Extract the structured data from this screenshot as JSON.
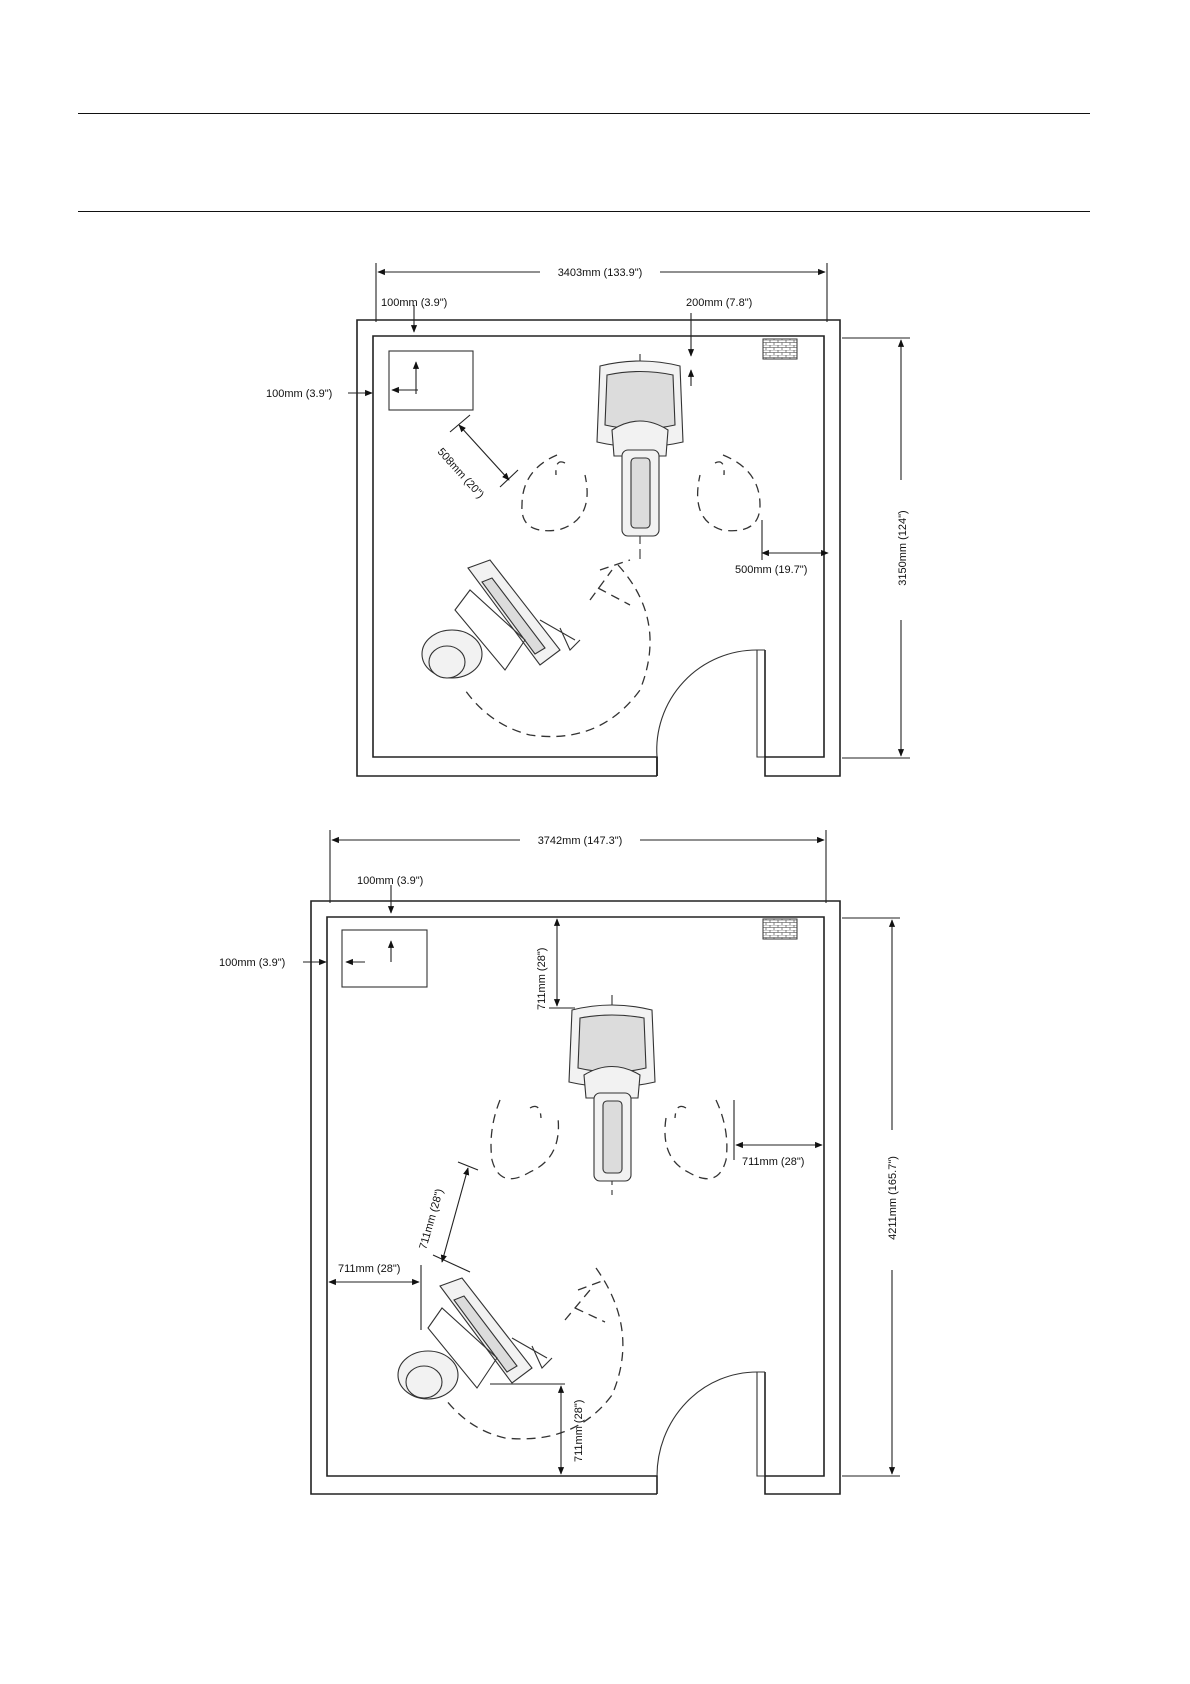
{
  "plans": [
    {
      "width_label": "3403mm  (133.9\")",
      "height_label": "3150mm  (124\")",
      "top_offset_label": "100mm  (3.9\")",
      "left_offset_label": "100mm  (3.9\")",
      "table_clearance_label": "200mm  (7.8\")",
      "diagonal_clearance_label": "508mm  (20\")",
      "side_clearance_label": "500mm  (19.7\")"
    },
    {
      "width_label": "3742mm  (147.3\")",
      "height_label": "4211mm  (165.7\")",
      "top_offset_label": "100mm  (3.9\")",
      "left_offset_label": "100mm  (3.9\")",
      "table_clearance_label": "711mm  (28\")",
      "diagonal_clearance_label": "711mm  (28\")",
      "side_clearance_label": "711mm  (28\")",
      "left_clearance_label": "711mm  (28\")",
      "bottom_clearance_label": "711mm  (28\")"
    }
  ]
}
